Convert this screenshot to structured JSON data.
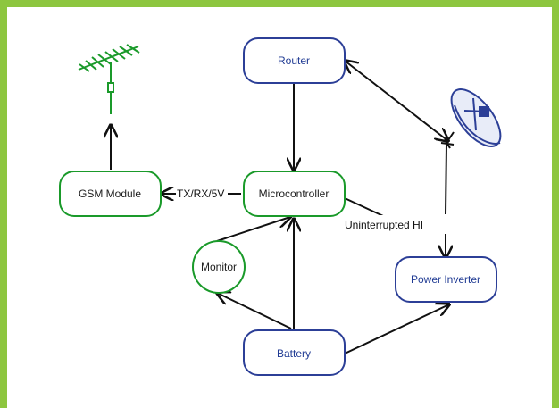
{
  "diagram": {
    "nodes": {
      "router": "Router",
      "gsm_module": "GSM Module",
      "microcontroller": "Microcontroller",
      "monitor": "Monitor",
      "battery": "Battery",
      "power_inverter": "Power Inverter"
    },
    "edge_labels": {
      "txrx": "TX/RX/5V",
      "uninterrupted": "Uninterrupted HI"
    },
    "icons": {
      "antenna": "antenna-icon",
      "satellite_dish": "satellite-dish-icon"
    },
    "colors": {
      "border": "#8dc63f",
      "green_node": "#1a9a2a",
      "blue_node": "#2c3f97",
      "edge": "#111111"
    }
  }
}
